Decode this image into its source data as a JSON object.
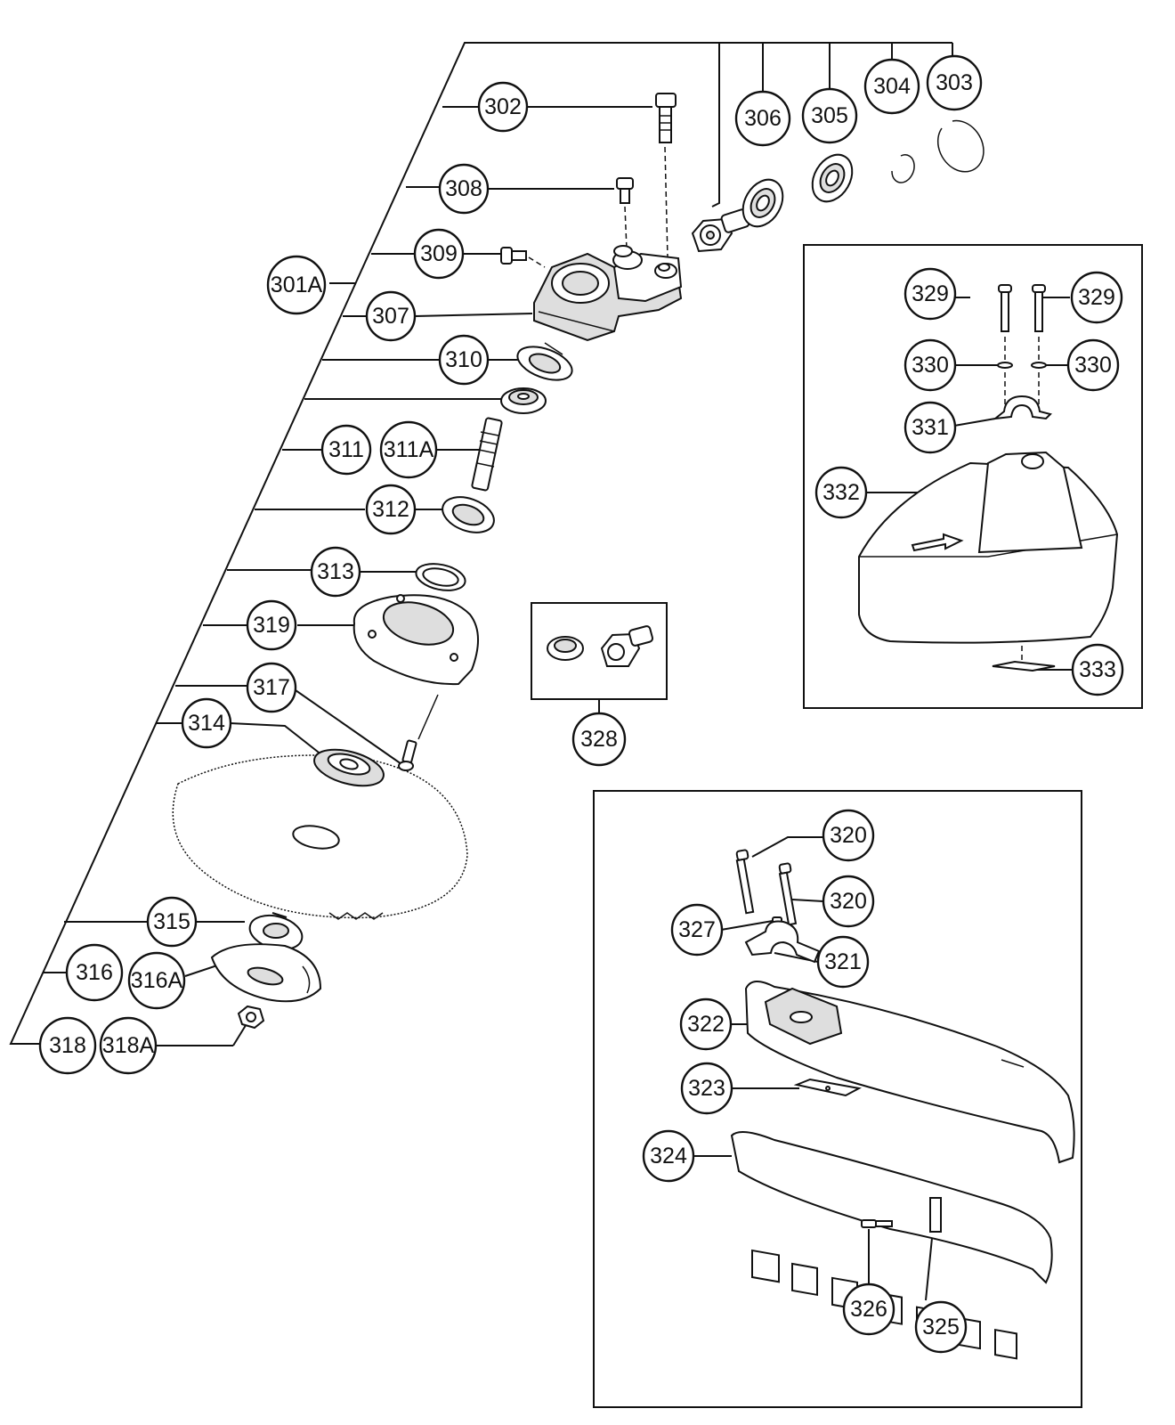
{
  "labels": {
    "p302": "302",
    "p303": "303",
    "p304": "304",
    "p305": "305",
    "p306": "306",
    "p307": "307",
    "p308": "308",
    "p309": "309",
    "p301A": "301A",
    "p310": "310",
    "p311": "311",
    "p311A": "311A",
    "p312": "312",
    "p313": "313",
    "p319": "319",
    "p317": "317",
    "p314": "314",
    "p315": "315",
    "p316": "316",
    "p316A": "316A",
    "p318": "318",
    "p318A": "318A",
    "p328": "328",
    "p329a": "329",
    "p329b": "329",
    "p330a": "330",
    "p330b": "330",
    "p331": "331",
    "p332": "332",
    "p333": "333",
    "p320a": "320",
    "p320b": "320",
    "p327": "327",
    "p321": "321",
    "p322": "322",
    "p323": "323",
    "p324": "324",
    "p325": "325",
    "p326": "326"
  }
}
